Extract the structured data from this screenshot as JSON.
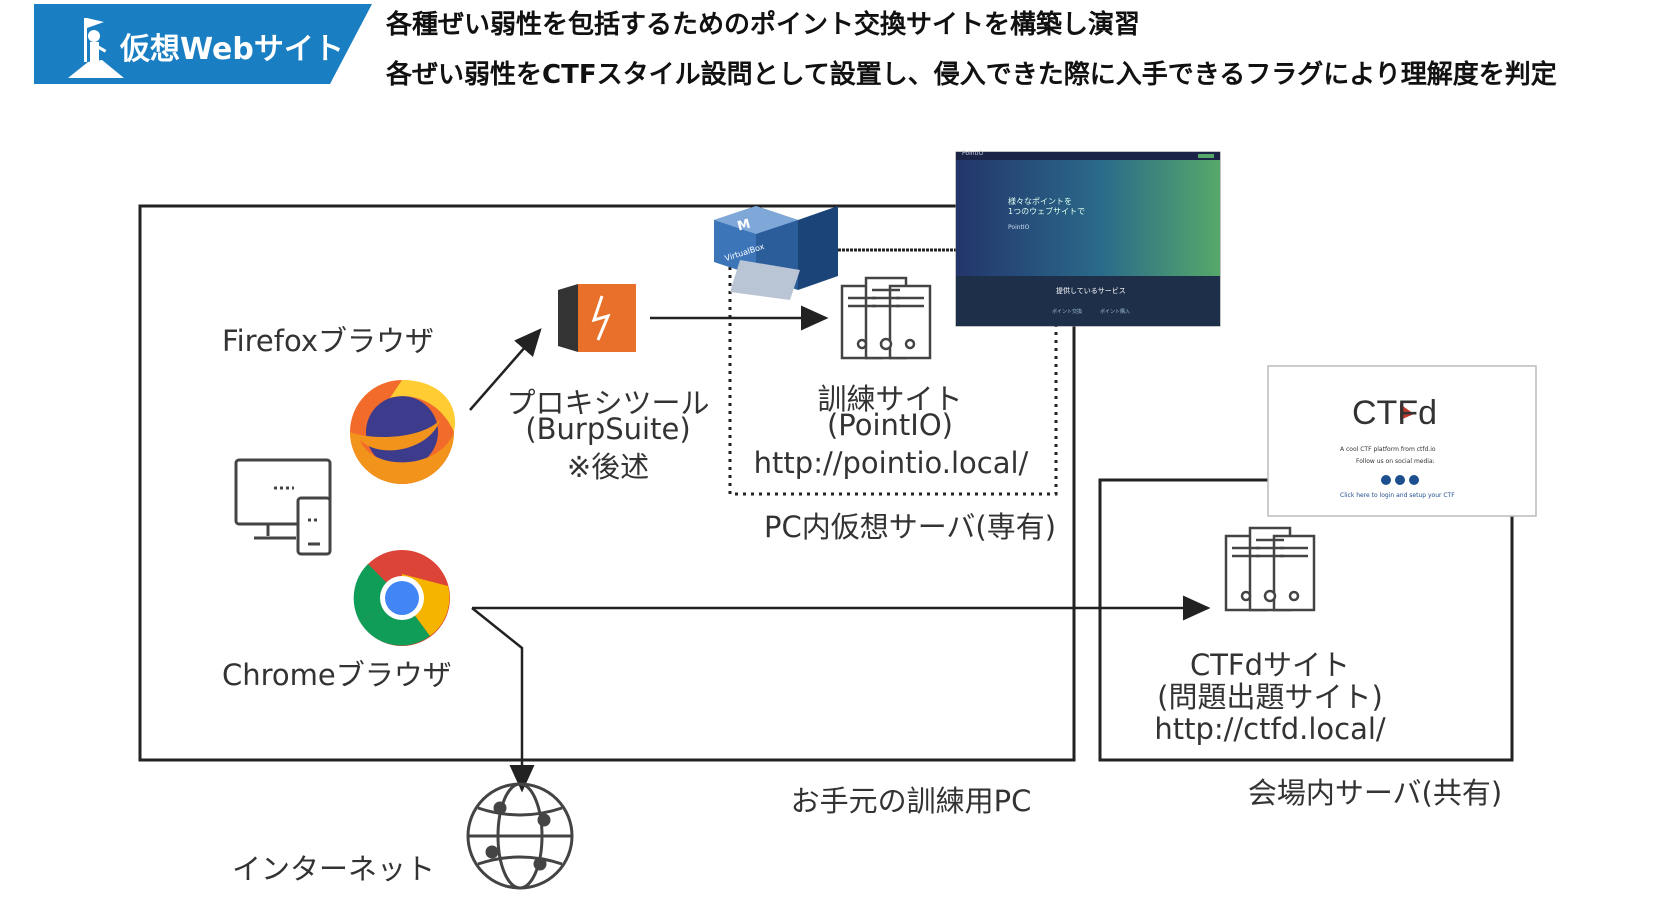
{
  "banner": {
    "label": "仮想Webサイト",
    "color": "#1a7ec2"
  },
  "header": {
    "line1": "各種ぜい弱性を包括するためのポイント交換サイトを構築し演習",
    "line2": "各ぜい弱性をCTFスタイル設問として設置し、侵入できた際に入手できるフラグにより理解度を判定"
  },
  "diagram": {
    "firefox_label": "Firefoxブラウザ",
    "chrome_label": "Chromeブラウザ",
    "proxy_line1": "プロキシツール",
    "proxy_line2": "(BurpSuite)",
    "proxy_line3": "※後述",
    "training_line1": "訓練サイト",
    "training_line2": "(PointIO)",
    "training_url": "http://pointio.local/",
    "vm_label": "PC内仮想サーバ(専有)",
    "pc_label": "お手元の訓練用PC",
    "ctfd_line1": "CTFdサイト",
    "ctfd_line2": "(問題出題サイト)",
    "ctfd_url": "http://ctfd.local/",
    "shared_label": "会場内サーバ(共有)",
    "internet_label": "インターネット",
    "virtualbox_text": "VirtualBox"
  },
  "pointio_shot": {
    "nav": "PointIO",
    "hero1": "様々なポイントを",
    "hero2": "1つのウェブサイトで",
    "hero3": "PointIO",
    "services": "提供しているサービス",
    "svc1": "ポイント交換",
    "svc2": "ポイント購入"
  },
  "ctfd_shot": {
    "logo": "CTFd",
    "line1": "A cool CTF platform from ctfd.io",
    "line2": "Follow us on social media:",
    "line3": "Click here to login and setup your CTF"
  }
}
